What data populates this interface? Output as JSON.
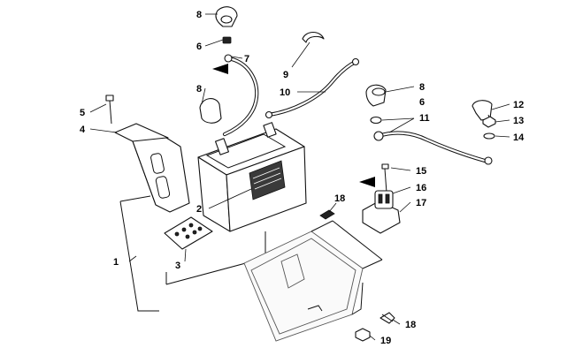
{
  "diagram": {
    "callouts": [
      {
        "id": "c1",
        "label": "1"
      },
      {
        "id": "c2",
        "label": "2"
      },
      {
        "id": "c3",
        "label": "3"
      },
      {
        "id": "c4",
        "label": "4"
      },
      {
        "id": "c5",
        "label": "5"
      },
      {
        "id": "c6a",
        "label": "6"
      },
      {
        "id": "c6b",
        "label": "6"
      },
      {
        "id": "c7",
        "label": "7"
      },
      {
        "id": "c8a",
        "label": "8"
      },
      {
        "id": "c8b",
        "label": "8"
      },
      {
        "id": "c8c",
        "label": "8"
      },
      {
        "id": "c9",
        "label": "9"
      },
      {
        "id": "c10",
        "label": "10"
      },
      {
        "id": "c11",
        "label": "11"
      },
      {
        "id": "c12",
        "label": "12"
      },
      {
        "id": "c13",
        "label": "13"
      },
      {
        "id": "c14",
        "label": "14"
      },
      {
        "id": "c15",
        "label": "15"
      },
      {
        "id": "c16",
        "label": "16"
      },
      {
        "id": "c17",
        "label": "17"
      },
      {
        "id": "c18a",
        "label": "18"
      },
      {
        "id": "c18b",
        "label": "18"
      },
      {
        "id": "c19",
        "label": "19"
      }
    ]
  }
}
